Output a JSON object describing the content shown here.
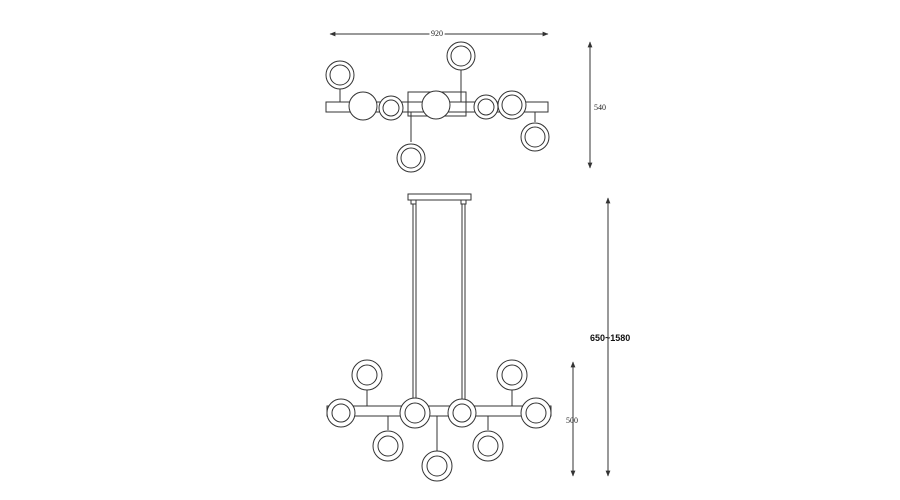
{
  "dimensions": {
    "top_width": "920",
    "top_depth": "540",
    "total_height": "650~1580",
    "fixture_height": "500"
  },
  "colors": {
    "line": "#333333",
    "globe_fill": "#ffffff",
    "background": "#ffffff"
  }
}
